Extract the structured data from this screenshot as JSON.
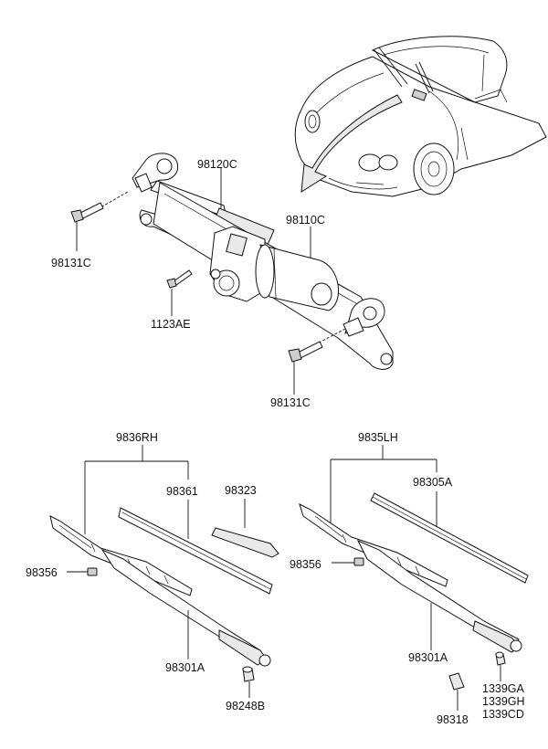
{
  "callouts": {
    "linkage": "98120C",
    "motor": "98110C",
    "bolt_left": "98131C",
    "bolt_right": "98131C",
    "screw": "1123AE",
    "rh_assembly": "9836RH",
    "rh_blade": "98361",
    "rh_cover": "98323",
    "rh_cap": "98356",
    "rh_arm": "98301A",
    "rh_nut": "98248B",
    "lh_assembly": "9835LH",
    "lh_refill": "98305A",
    "lh_cap": "98356",
    "lh_arm": "98301A",
    "lh_nut_1": "1339GA",
    "lh_nut_2": "1339GH",
    "lh_nut_3": "1339CD",
    "lh_cap2": "98318"
  }
}
